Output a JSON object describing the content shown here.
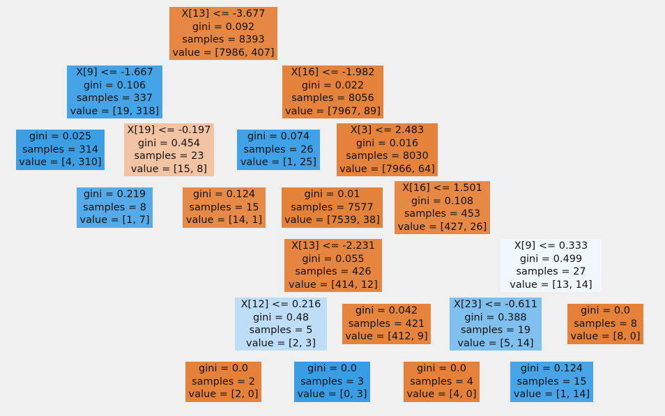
{
  "tree": {
    "nodes": [
      {
        "id": "n0",
        "lines": [
          "X[13] <= -3.677",
          "gini = 0.092",
          "samples = 8393",
          "value = [7986, 407]"
        ],
        "fill": "#e68743"
      },
      {
        "id": "n1",
        "lines": [
          "X[9] <= -1.667",
          "gini = 0.106",
          "samples = 337",
          "value = [19, 318]"
        ],
        "fill": "#45a3e7"
      },
      {
        "id": "n2",
        "lines": [
          "X[16] <= -1.982",
          "gini = 0.022",
          "samples = 8056",
          "value = [7967, 89]"
        ],
        "fill": "#e5823b"
      },
      {
        "id": "n3",
        "lines": [
          "gini = 0.025",
          "samples = 314",
          "value = [4, 310]"
        ],
        "fill": "#3c9ee5"
      },
      {
        "id": "n4",
        "lines": [
          "X[19] <= -0.197",
          "gini = 0.454",
          "samples = 23",
          "value = [15, 8]"
        ],
        "fill": "#f3c4a3"
      },
      {
        "id": "n5",
        "lines": [
          "gini = 0.074",
          "samples = 26",
          "value = [1, 25]"
        ],
        "fill": "#41a1e6"
      },
      {
        "id": "n6",
        "lines": [
          "X[3] <= 2.483",
          "gini = 0.016",
          "samples = 8030",
          "value = [7966, 64]"
        ],
        "fill": "#e5823b"
      },
      {
        "id": "n7",
        "lines": [
          "gini = 0.219",
          "samples = 8",
          "value = [1, 7]"
        ],
        "fill": "#55abe9"
      },
      {
        "id": "n8",
        "lines": [
          "gini = 0.124",
          "samples = 15",
          "value = [14, 1]"
        ],
        "fill": "#e78a47"
      },
      {
        "id": "n9",
        "lines": [
          "gini = 0.01",
          "samples = 7577",
          "value = [7539, 38]"
        ],
        "fill": "#e5823a"
      },
      {
        "id": "n10",
        "lines": [
          "X[16] <= 1.501",
          "gini = 0.108",
          "samples = 453",
          "value = [427, 26]"
        ],
        "fill": "#e78945"
      },
      {
        "id": "n11",
        "lines": [
          "X[13] <= -2.231",
          "gini = 0.055",
          "samples = 426",
          "value = [414, 12]"
        ],
        "fill": "#e6853f"
      },
      {
        "id": "n12",
        "lines": [
          "X[9] <= 0.333",
          "gini = 0.499",
          "samples = 27",
          "value = [13, 14]"
        ],
        "fill": "#f1f8fd"
      },
      {
        "id": "n13",
        "lines": [
          "X[12] <= 0.216",
          "gini = 0.48",
          "samples = 5",
          "value = [2, 3]"
        ],
        "fill": "#bddef6"
      },
      {
        "id": "n14",
        "lines": [
          "gini = 0.042",
          "samples = 421",
          "value = [412, 9]"
        ],
        "fill": "#e6843d"
      },
      {
        "id": "n15",
        "lines": [
          "X[23] <= -0.611",
          "gini = 0.388",
          "samples = 19",
          "value = [5, 14]"
        ],
        "fill": "#80c0ee"
      },
      {
        "id": "n16",
        "lines": [
          "gini = 0.0",
          "samples = 8",
          "value = [8, 0]"
        ],
        "fill": "#e58139"
      },
      {
        "id": "n17",
        "lines": [
          "gini = 0.0",
          "samples = 2",
          "value = [2, 0]"
        ],
        "fill": "#e58139"
      },
      {
        "id": "n18",
        "lines": [
          "gini = 0.0",
          "samples = 3",
          "value = [0, 3]"
        ],
        "fill": "#399de5"
      },
      {
        "id": "n19",
        "lines": [
          "gini = 0.0",
          "samples = 4",
          "value = [4, 0]"
        ],
        "fill": "#e58139"
      },
      {
        "id": "n20",
        "lines": [
          "gini = 0.124",
          "samples = 15",
          "value = [1, 14]"
        ],
        "fill": "#47a4e7"
      }
    ]
  }
}
